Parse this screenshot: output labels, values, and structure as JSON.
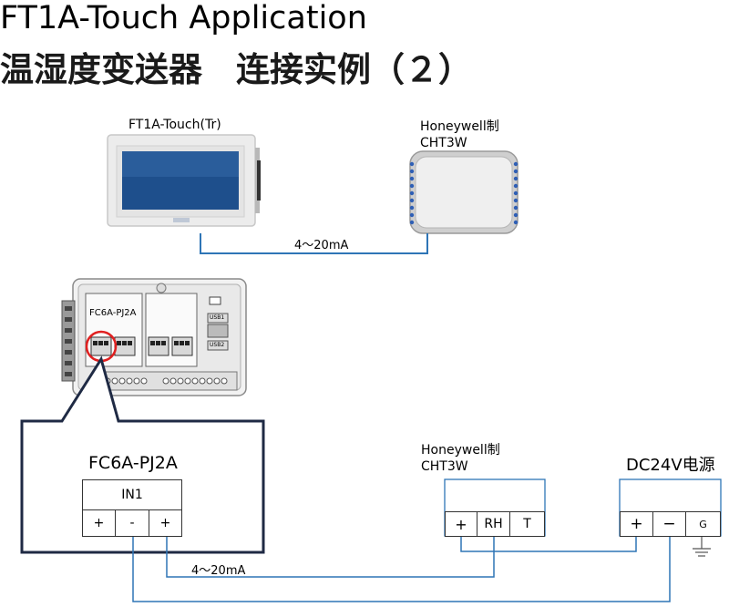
{
  "header": {
    "title_line1": "FT1A-Touch Application",
    "title_line2": "温湿度变送器　连接实例（２）"
  },
  "top_diagram": {
    "hmi_label": "FT1A-Touch(Tr)",
    "sensor_label_line1": "Honeywell制",
    "sensor_label_line2": "CHT3W",
    "signal_label": "4～20mA"
  },
  "photo": {
    "module_label": "FC6A-PJ2A",
    "usb1": "USB1",
    "usb2": "USB2"
  },
  "module_box": {
    "title": "FC6A-PJ2A",
    "input_label": "IN1",
    "terminals": [
      "+",
      "-",
      "+"
    ]
  },
  "sensor_box": {
    "label_line1": "Honeywell制",
    "label_line2": "CHT3W",
    "terminals": [
      "+",
      "RH",
      "T"
    ]
  },
  "power_box": {
    "label": "DC24V电源",
    "terminals": [
      "+",
      "−",
      "G"
    ]
  },
  "wiring": {
    "signal_label": "4～20mA"
  },
  "colors": {
    "wire": "#2e75b6",
    "screen": "#1e4f8c",
    "callout_border": "#1f2a44"
  }
}
